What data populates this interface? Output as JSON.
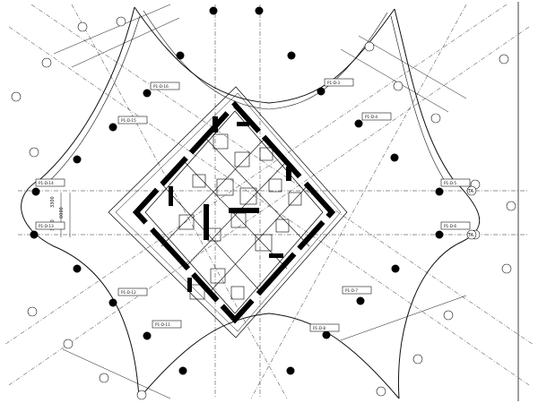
{
  "tower_tags": [
    "P1-D-16",
    "P1-D-15",
    "P1-D-14",
    "P1-D-13",
    "P1-D-12",
    "P1-D-11",
    "P1-D-3",
    "P1-D-4",
    "P1-D-5",
    "P1-D-6",
    "P1-D-7",
    "P1-D-8"
  ],
  "axis_ta_label": "TA",
  "dimension_labels": [
    "3300",
    "3300",
    "6000"
  ],
  "grid_bubbles_count": 20,
  "colors": {
    "line": "#111111",
    "wall": "#000000",
    "column": "#000000",
    "paper": "#ffffff"
  }
}
